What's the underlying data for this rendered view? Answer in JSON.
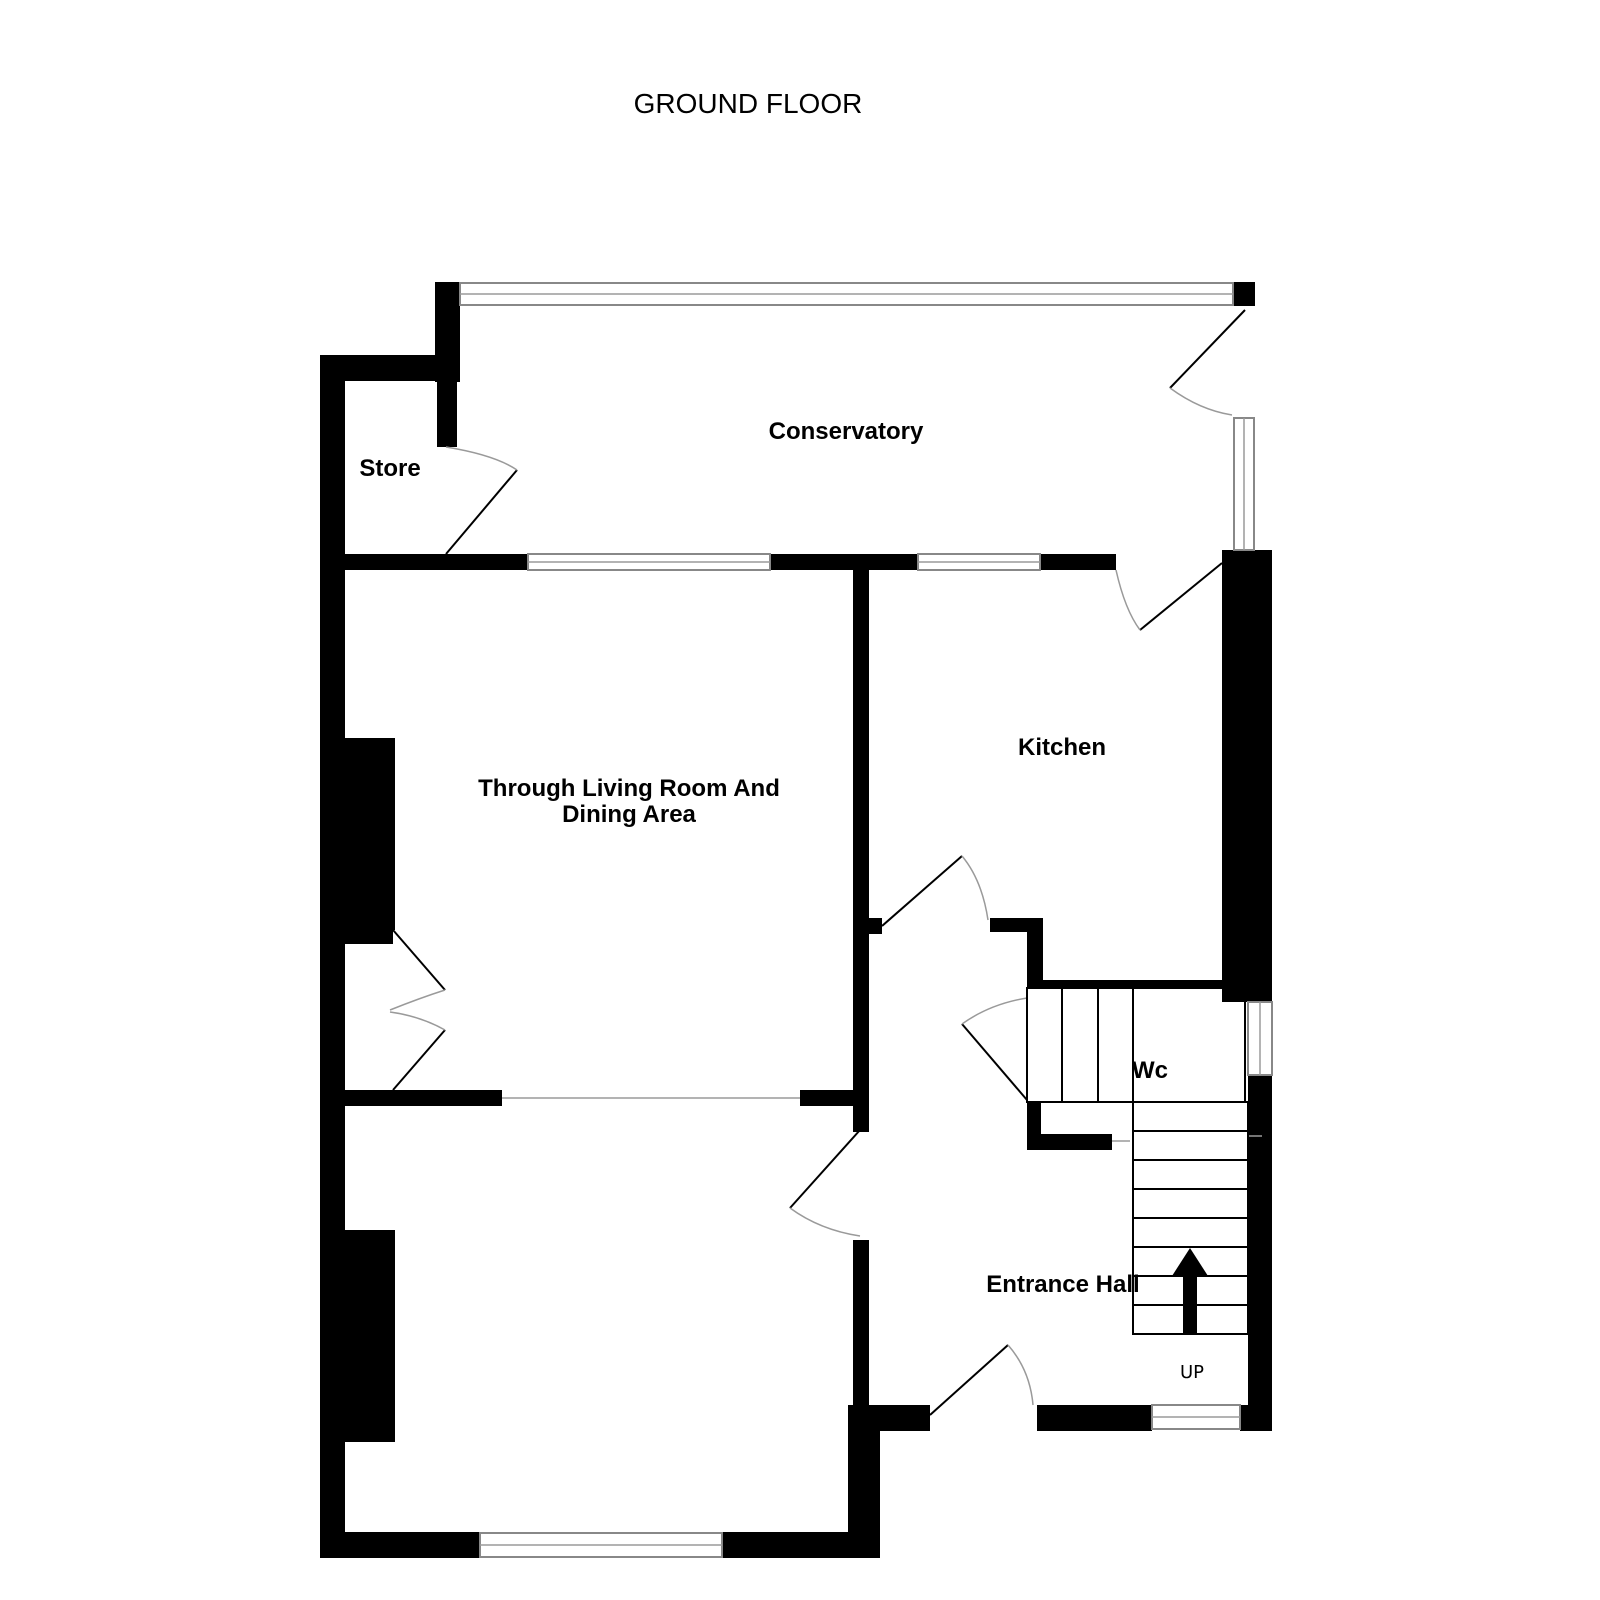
{
  "plan": {
    "title": "GROUND FLOOR",
    "rooms": {
      "conservatory": "Conservatory",
      "store": "Store",
      "living_line1": "Through Living Room And",
      "living_line2": "Dining Area",
      "kitchen": "Kitchen",
      "wc": "Wc",
      "entrance_hall": "Entrance Hall"
    },
    "stairs_label": "UP"
  },
  "colors": {
    "wall": "#000000",
    "window_stroke": "#888888",
    "background": "#ffffff"
  }
}
